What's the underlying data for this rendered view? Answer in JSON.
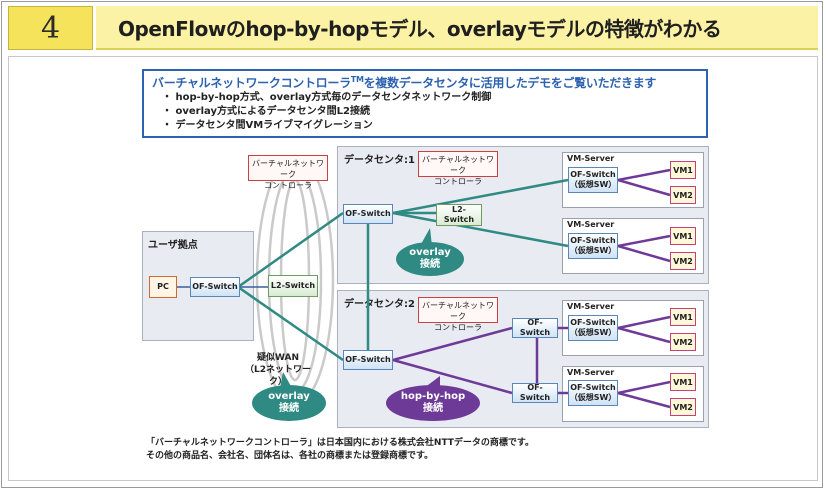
{
  "header": {
    "number": "4",
    "title": "OpenFlowのhop-by-hopモデル、overlayモデルの特徴がわかる"
  },
  "demo": {
    "title_main": "バーチャルネットワークコントローラ",
    "title_tm": "TM",
    "title_rest": "を複数データセンタに活用したデモをご覧いただきます",
    "bullets": [
      "・ hop-by-hop方式、overlay方式毎のデータセンタネットワーク制御",
      "・ overlay方式によるデータセンタ間L2接続",
      "・ データセンタ間VMライブマイグレーション"
    ]
  },
  "diagram": {
    "user_site": {
      "label": "ユーザ拠点",
      "pc": "PC",
      "switch": "OF-Switch"
    },
    "wan": {
      "switch": "L2-Switch",
      "label_line1": "疑似WAN",
      "label_line2": "（L2ネットワーク）"
    },
    "controller_outside": {
      "line1": "バーチャルネットワーク",
      "line2": "コントローラ"
    },
    "dc1": {
      "label": "データセンタ:1",
      "controller": {
        "line1": "バーチャルネットワーク",
        "line2": "コントローラ"
      },
      "switch": "OF-Switch",
      "l2switch": "L2-Switch",
      "bubble": {
        "line1": "overlay",
        "line2": "接続"
      },
      "servers": [
        {
          "label": "VM-Server",
          "vsw_line1": "OF-Switch",
          "vsw_line2": "（仮想SW）",
          "vms": [
            "VM1",
            "VM2"
          ]
        },
        {
          "label": "VM-Server",
          "vsw_line1": "OF-Switch",
          "vsw_line2": "（仮想SW）",
          "vms": [
            "VM1",
            "VM2"
          ]
        }
      ]
    },
    "dc2": {
      "label": "データセンタ:2",
      "controller": {
        "line1": "バーチャルネットワーク",
        "line2": "コントローラ"
      },
      "switch": "OF-Switch",
      "hop_switch_a": "OF-Switch",
      "hop_switch_b": "OF-Switch",
      "bubble": {
        "line1": "hop-by-hop",
        "line2": "接続"
      },
      "servers": [
        {
          "label": "VM-Server",
          "vsw_line1": "OF-Switch",
          "vsw_line2": "（仮想SW）",
          "vms": [
            "VM1",
            "VM2"
          ]
        },
        {
          "label": "VM-Server",
          "vsw_line1": "OF-Switch",
          "vsw_line2": "（仮想SW）",
          "vms": [
            "VM1",
            "VM2"
          ]
        }
      ]
    },
    "wan_bubble": {
      "line1": "overlay",
      "line2": "接続"
    },
    "colors": {
      "overlay_link": "#2e8a82",
      "hop_link": "#6e3a98",
      "normal_link": "#3a5fa0"
    }
  },
  "footnote": {
    "line1": "「バーチャルネットワークコントローラ」は日本国内における株式会社NTTデータの商標です。",
    "line2": "その他の商品名、会社名、団体名は、各社の商標または登録商標です。"
  }
}
